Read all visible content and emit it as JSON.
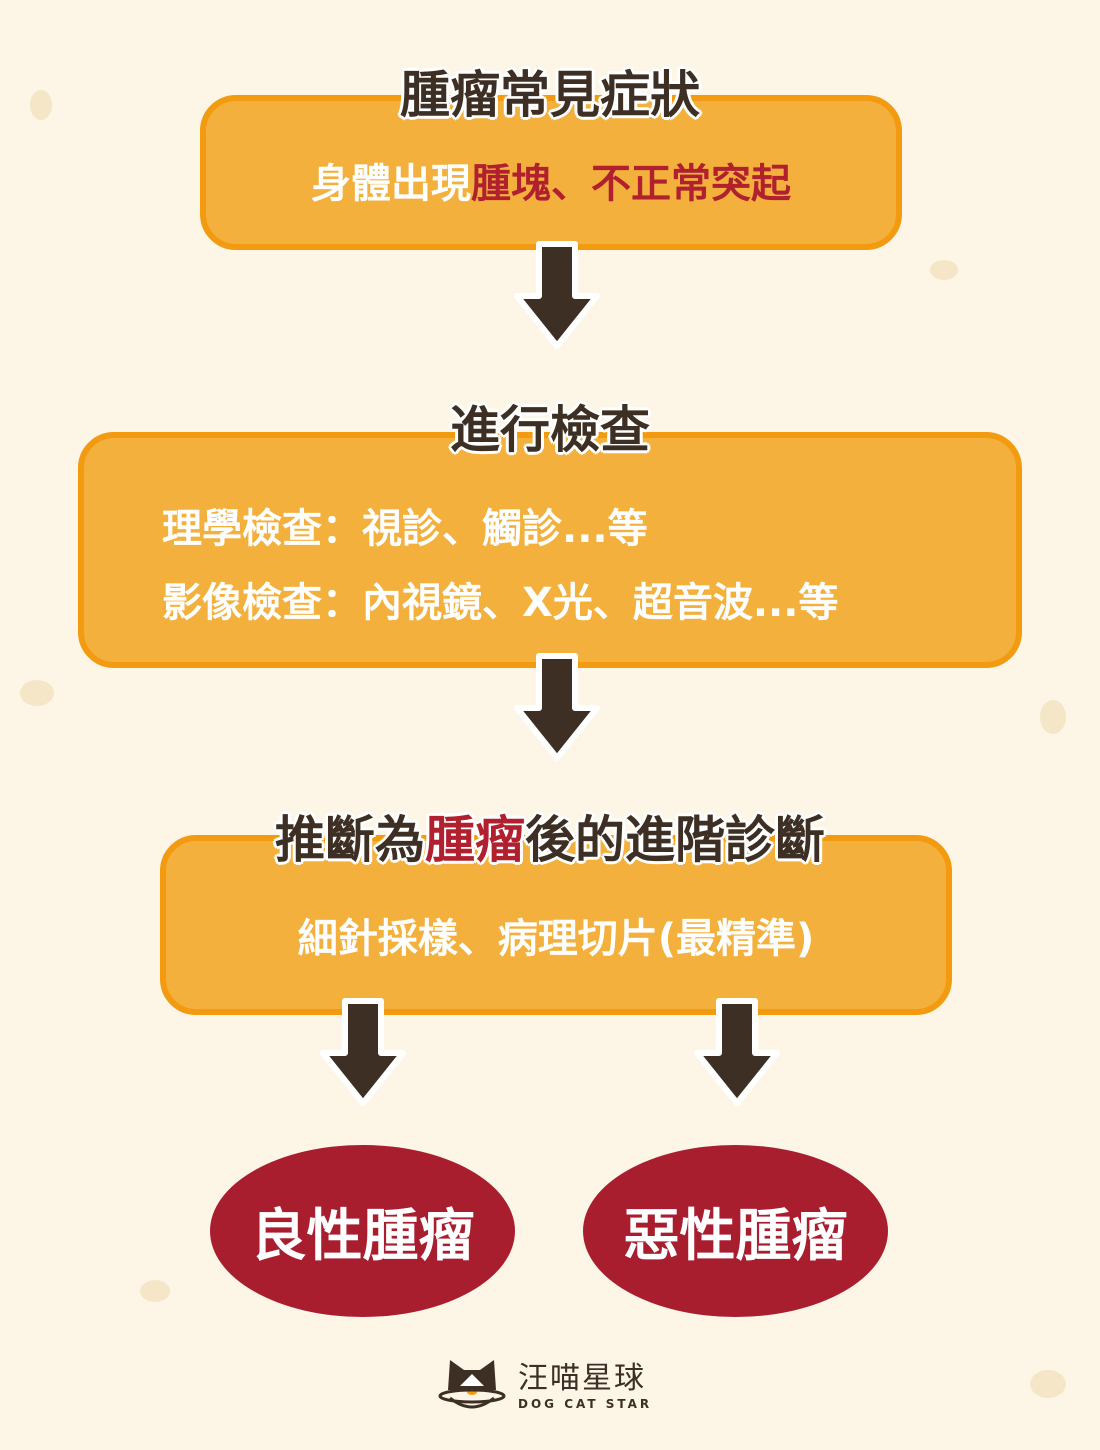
{
  "step1": {
    "title": "腫瘤常見症狀",
    "text_prefix": "身體出現",
    "text_highlight": "腫塊、不正常突起"
  },
  "step2": {
    "title": "進行檢查",
    "lines": [
      "理學檢查：視診、觸診...等",
      "影像檢查：內視鏡、X光、超音波...等"
    ]
  },
  "step3": {
    "title_prefix": "推斷為",
    "title_highlight": "腫瘤",
    "title_suffix": "後的進階診斷",
    "text": "細針採樣、病理切片(最精準)"
  },
  "outcomes": [
    "良性腫瘤",
    "惡性腫瘤"
  ],
  "logo": {
    "name": "汪喵星球",
    "subtitle": "DOG CAT STAR"
  },
  "colors": {
    "box": "#f4b03c",
    "border": "#f29a10",
    "accent": "#a91e2f",
    "dark": "#3d2f24"
  }
}
